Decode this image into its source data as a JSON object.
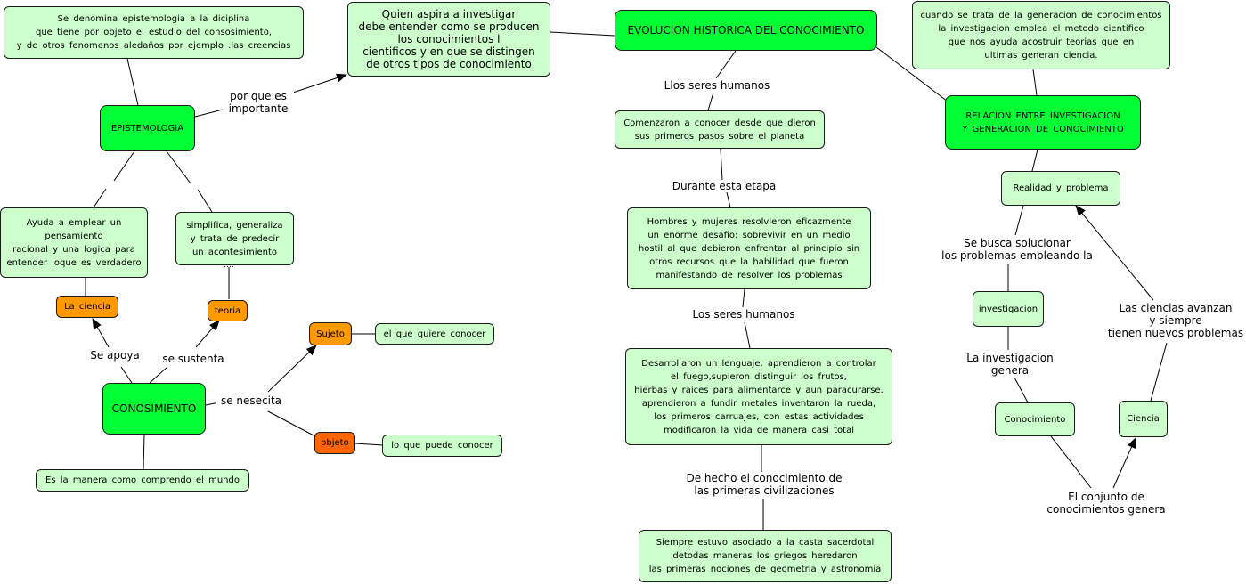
{
  "concept_map": {
    "nodes": {
      "epist_def": "Se denomina epistemologia a la diciplina\nque tiene por objeto el estudio del consosimiento,\ny de otros fenomenos aledaños  por ejemplo .las creencias",
      "quien_aspira": "Quien aspira a investigar\ndebe entender como se producen\nlos conocimientos l\ncientificos y en que se distingen\nde otros tipos de conocimiento",
      "evolucion": "EVOLUCION HISTORICA DEL CONOCIMIENTO",
      "cuando_trata": "cuando se trata de la generacion de conocimientos\nla investigacion emplea el metodo cientifico\nque nos ayuda acostruir teorias que en\nultimas generan ciencia.",
      "epistemologia": "EPISTEMOLOGIA",
      "comenzaron": "Comenzaron a conocer desde que dieron\nsus primeros pasos sobre el planeta",
      "relacion": "RELACION ENTRE INVESTIGACION\nY GENERACION DE CONOCIMIENTO",
      "realidad": "Realidad y problema",
      "ayuda": "Ayuda a emplear un\npensamiento\nracional y una logica para\nentender loque es verdadero",
      "simplifica": "simplifica, generaliza\ny trata de predecir\nun acontesimiento",
      "hombres": "Hombres y mujeres resolvieron eficazmente\nun enorme desafio: sobrevivir en un medio\nhostil al que debieron enfrentar al principio sin\notros recursos que la habilidad que fueron\nmanifestando de resolver los problemas",
      "investigacion": "investigacion",
      "la_ciencia": "La ciencia",
      "teoria": "teoria",
      "sujeto": "Sujeto",
      "el_que": "el que quiere conocer",
      "desarrollaron": "Desarrollaron un lenguaje, aprendieron a controlar\nel fuego,supieron distinguir los frutos,\nhierbas y raices para alimentarce y aun paracurarse.\naprendieron a fundir metales inventaron la rueda,\nlos primeros carruajes, con estas actividades\nmodificaron  la vida de manera casi total",
      "conosimiento": "CONOSIMIENTO",
      "objeto": "objeto",
      "lo_que": "lo que puede conocer",
      "conocimiento": "Conocimiento",
      "ciencia": "Ciencia",
      "es_manera": "Es la manera como comprendo el mundo",
      "siempre": "Siempre estuvo asociado a la casta sacerdotal\ndetodas maneras los griegos heredaron\nlas primeras nociones de geometria y astronomia"
    },
    "labels": {
      "por_que": "por que es\nimportante",
      "llos_seres": "Llos seres humanos",
      "durante": "Durante esta etapa",
      "los_seres": "Los seres humanos",
      "se_busca": "Se busca solucionar\nlos problemas empleando la",
      "las_ciencias": "Las ciencias avanzan\ny siempre\ntienen nuevos problemas",
      "la_investigacion": "La investigacion\ngenera",
      "se_apoya": "Se apoya",
      "se_sustenta": "se sustenta",
      "se_nesecita": "se nesecita",
      "de_hecho": "De hecho el conocimiento de\nlas primeras civilizaciones",
      "el_conjunto": "El conjunto de\nconocimientos genera"
    }
  }
}
